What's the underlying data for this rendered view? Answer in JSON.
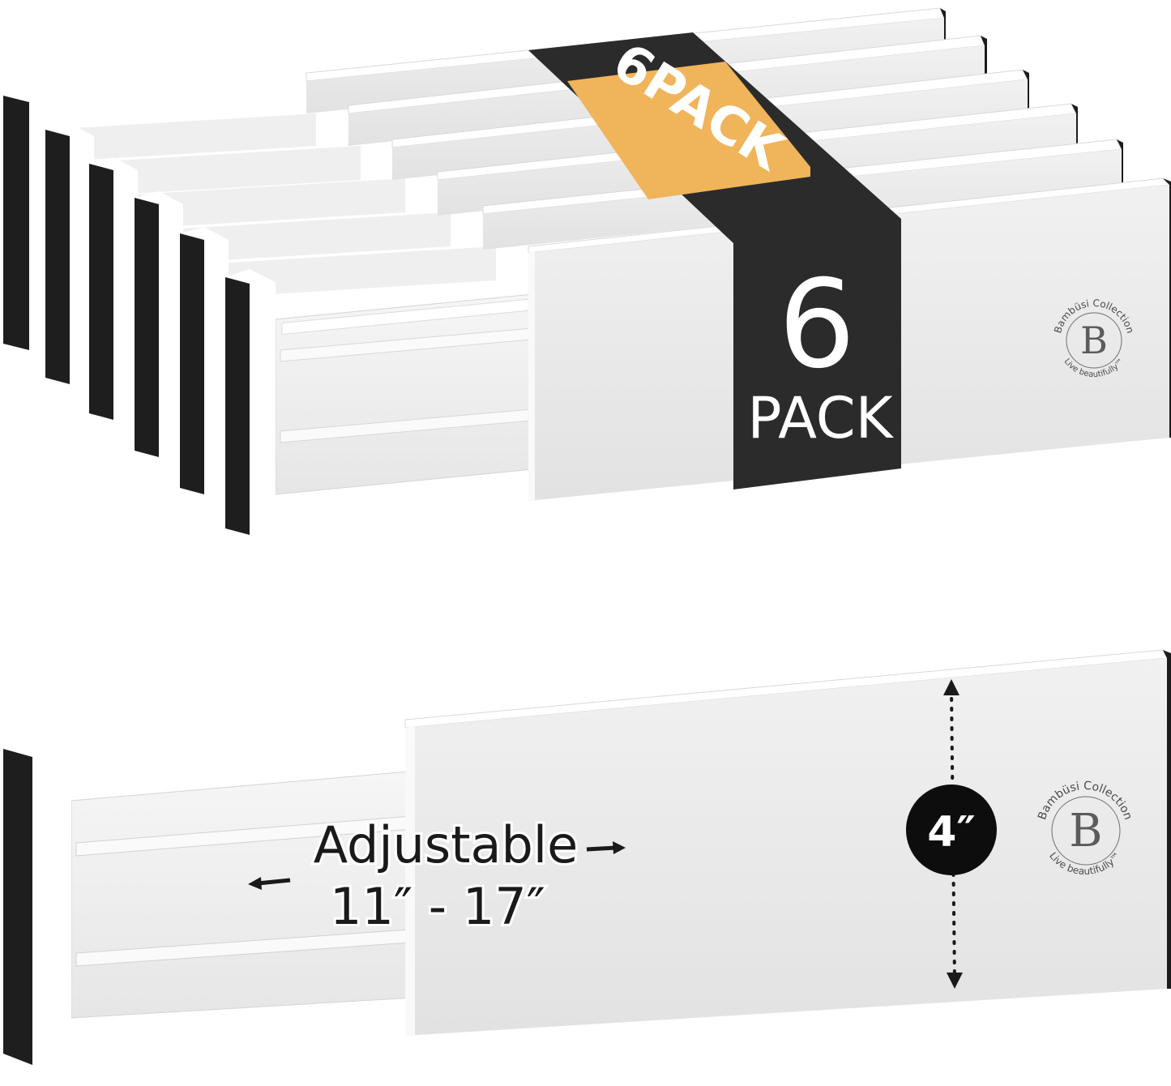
{
  "colors": {
    "divider_body": "#e8e8e8",
    "divider_top": "#ffffff",
    "divider_edge": "#1c1c1c",
    "foot_pad": "#1e1e1e",
    "band_dark": "#2b2b2b",
    "band_orange": "#f0b45a",
    "text_white": "#ffffff",
    "text_dark": "#1a1a1a",
    "logo_line": "#6f6f6f"
  },
  "package": {
    "band_top_text": "6PACK",
    "big_number": "6",
    "pack_word": "PACK"
  },
  "logo": {
    "brand_name": "Bambüsi Collection",
    "tagline": "Live beautifully™",
    "monogram": "B"
  },
  "single_divider": {
    "adjustable_label": "Adjustable",
    "range_label": "11″ - 17″",
    "height_label": "4″"
  }
}
